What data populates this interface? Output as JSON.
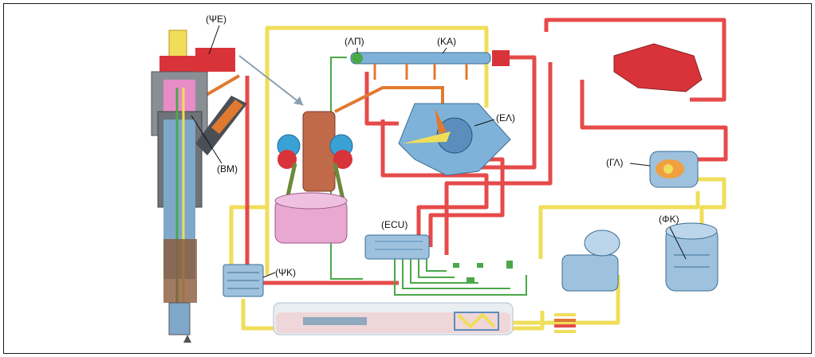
{
  "labels": {
    "injector_solenoid": "(ΨΕ)",
    "pressure_sensor": "(ΛΠ)",
    "common_rail": "(ΚΑ)",
    "high_pressure_pump": "(ΕΛ)",
    "ball_valve": "(ΒΜ)",
    "ecu": "(ECU)",
    "feed_pump": "(ΓΛ)",
    "fuel_filter": "(ΦΚ)",
    "fuel_cooler": "(ΨΚ)"
  },
  "colors": {
    "low_pressure": "#f0de5a",
    "high_pressure": "#e64a4a",
    "return_line": "#e07a30",
    "electrical": "#4aa84a",
    "component_blue": "#7fb2d8",
    "component_red": "#d9333a"
  }
}
